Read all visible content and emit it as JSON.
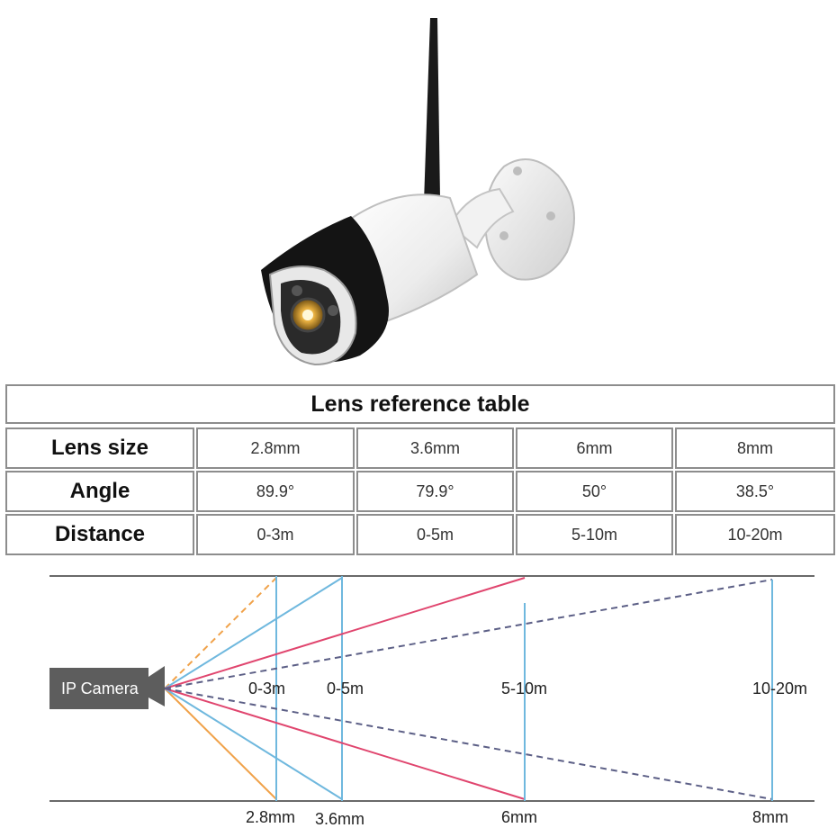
{
  "table": {
    "title": "Lens reference table",
    "rows": [
      {
        "header": "Lens size",
        "values": [
          "2.8mm",
          "3.6mm",
          "6mm",
          "8mm"
        ]
      },
      {
        "header": "Angle",
        "values": [
          "89.9°",
          "79.9°",
          "50°",
          "38.5°"
        ]
      },
      {
        "header": "Distance",
        "values": [
          "0-3m",
          "0-5m",
          "5-10m",
          "10-20m"
        ]
      }
    ]
  },
  "diagram": {
    "camera_label": "IP Camera",
    "distance_labels": [
      "0-3m",
      "0-5m",
      "5-10m",
      "10-20m"
    ],
    "lens_labels": [
      "2.8mm",
      "3.6mm",
      "6mm",
      "8mm"
    ]
  },
  "colors": {
    "lens_2_8mm": "#f0a24a",
    "lens_3_6mm": "#6fb8de",
    "lens_6mm": "#e0456e",
    "lens_8mm": "#5c5f86",
    "table_border": "#8d8d8d",
    "camera_box": "#5d5d5d"
  }
}
